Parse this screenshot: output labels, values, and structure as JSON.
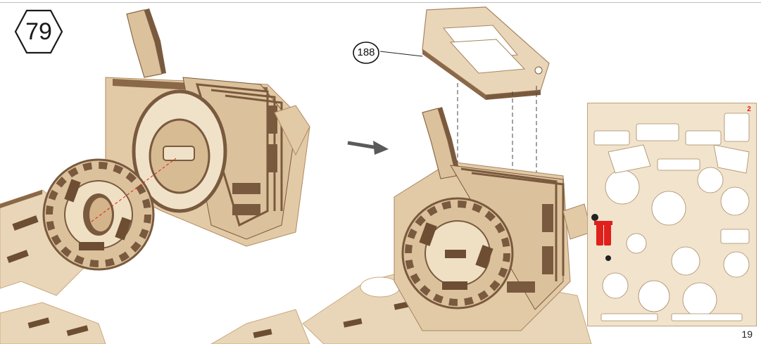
{
  "step": {
    "number": "79"
  },
  "callout": {
    "part_number": "188"
  },
  "sheet": {
    "number": "2",
    "highlight_color": "#e0201c"
  },
  "page": {
    "number": "19"
  },
  "colors": {
    "wood_light": "#e9d6b8",
    "wood_mid": "#d9bd97",
    "wood_dark": "#7a5a3e",
    "arrow": "#5a5a5a"
  },
  "icons": [
    "hexagon-badge",
    "assembly-arrow",
    "dashed-guide-lines"
  ]
}
